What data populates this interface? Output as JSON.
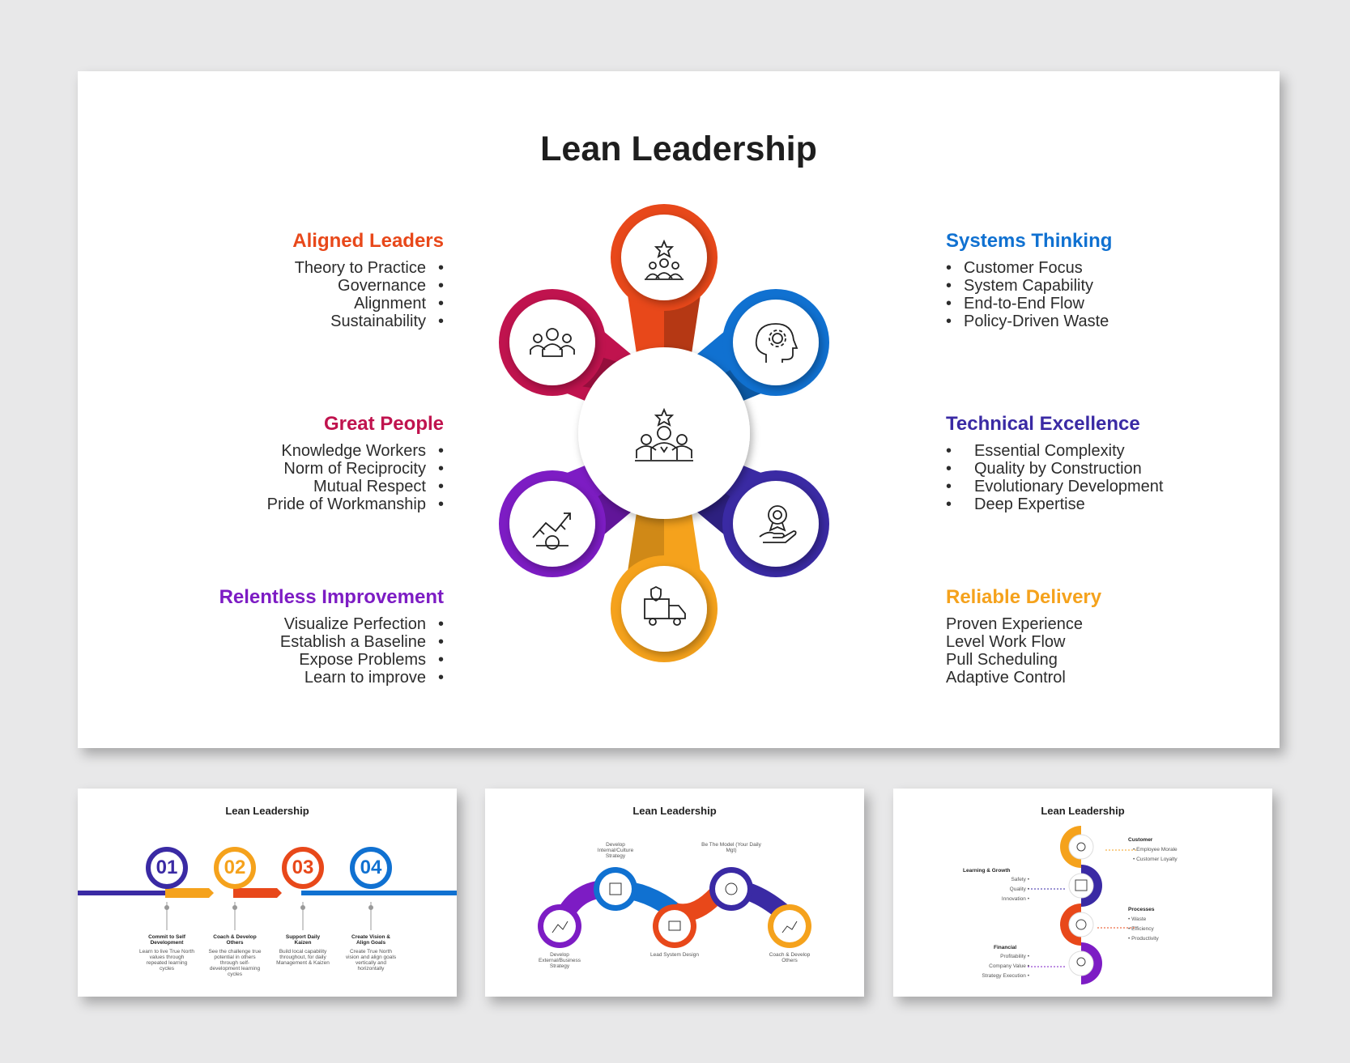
{
  "main": {
    "title": "Lean Leadership",
    "center_icon": "leader-team-icon",
    "petals": [
      {
        "heading": "Aligned Leaders",
        "color": "#e8481a",
        "icon": "star-team-icon",
        "items": [
          "Theory to Practice",
          "Governance",
          "Alignment",
          "Sustainability"
        ]
      },
      {
        "heading": "Great People",
        "color": "#c0134e",
        "icon": "people-group-icon",
        "items": [
          "Knowledge Workers",
          "Norm of Reciprocity",
          "Mutual Respect",
          "Pride of Workmanship"
        ]
      },
      {
        "heading": "Relentless Improvement",
        "color": "#7d1cc4",
        "icon": "growth-chart-icon",
        "items": [
          "Visualize Perfection",
          "Establish a Baseline",
          "Expose Problems",
          "Learn to improve"
        ]
      },
      {
        "heading": "Systems Thinking",
        "color": "#1071d1",
        "icon": "head-gear-icon",
        "items": [
          "Customer Focus",
          "System Capability",
          "End-to-End Flow",
          "Policy-Driven Waste"
        ]
      },
      {
        "heading": "Technical Excellence",
        "color": "#3a2aa4",
        "icon": "award-hand-icon",
        "items": [
          "Essential Complexity",
          "Quality by Construction",
          "Evolutionary Development",
          "Deep Expertise"
        ]
      },
      {
        "heading": "Reliable Delivery",
        "color": "#f5a21c",
        "icon": "delivery-truck-icon",
        "items": [
          "Proven Experience",
          "Level Work Flow",
          "Pull Scheduling",
          "Adaptive Control"
        ]
      }
    ]
  },
  "thumb1": {
    "title": "Lean Leadership",
    "steps": [
      {
        "num": "01",
        "color": "#3a2aa4",
        "title": "Commit to Self Development",
        "desc": "Learn to live True North values through repeated learning cycles"
      },
      {
        "num": "02",
        "color": "#f5a21c",
        "title": "Coach & Develop Others",
        "desc": "See the challenge true potential in others through self-development learning cycles"
      },
      {
        "num": "03",
        "color": "#e8481a",
        "title": "Support Daily Kaizen",
        "desc": "Build local capability throughout, for daily Management & Kaizen"
      },
      {
        "num": "04",
        "color": "#1071d1",
        "title": "Create Vision & Align Goals",
        "desc": "Create True North vision and align goals vertically and horizontally"
      }
    ]
  },
  "thumb2": {
    "title": "Lean Leadership",
    "nodes": [
      {
        "label": "Develop External/Business Strategy",
        "color": "#7d1cc4"
      },
      {
        "label": "Develop Internal/Culture Strategy",
        "color": "#1071d1"
      },
      {
        "label": "Lead System Design",
        "color": "#e8481a"
      },
      {
        "label": "Be The Model (Your Daily Mgt)",
        "color": "#3a2aa4"
      },
      {
        "label": "Coach & Develop Others",
        "color": "#f5a21c"
      }
    ]
  },
  "thumb3": {
    "title": "Lean Leadership",
    "groups": [
      {
        "heading": "Customer",
        "items": [
          "Employee Morale",
          "Customer Loyalty"
        ]
      },
      {
        "heading": "Learning & Growth",
        "items": [
          "Safety",
          "Quality",
          "Innovation"
        ]
      },
      {
        "heading": "Processes",
        "items": [
          "Waste",
          "Efficiency",
          "Productivity"
        ]
      },
      {
        "heading": "Financial",
        "items": [
          "Profitability",
          "Company Value",
          "Strategy Execution"
        ]
      }
    ],
    "colors": [
      "#f5a21c",
      "#3a2aa4",
      "#e8481a",
      "#7d1cc4"
    ]
  }
}
